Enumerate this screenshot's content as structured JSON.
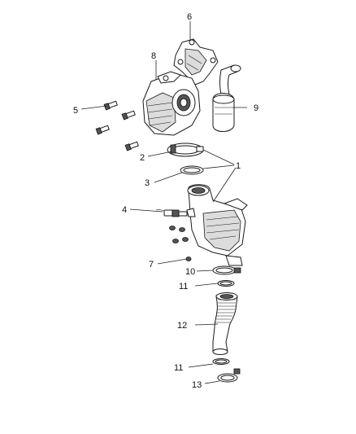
{
  "callouts": [
    {
      "id": "c1",
      "text": "1"
    },
    {
      "id": "c2",
      "text": "2"
    },
    {
      "id": "c3",
      "text": "3"
    },
    {
      "id": "c4",
      "text": "4"
    },
    {
      "id": "c5",
      "text": "5"
    },
    {
      "id": "c6",
      "text": "6"
    },
    {
      "id": "c7",
      "text": "7"
    },
    {
      "id": "c8",
      "text": "8"
    },
    {
      "id": "c9",
      "text": "9"
    },
    {
      "id": "c10",
      "text": "10"
    },
    {
      "id": "c11a",
      "text": "11"
    },
    {
      "id": "c11b",
      "text": "11"
    },
    {
      "id": "c12",
      "text": "12"
    },
    {
      "id": "c13",
      "text": "13"
    }
  ]
}
